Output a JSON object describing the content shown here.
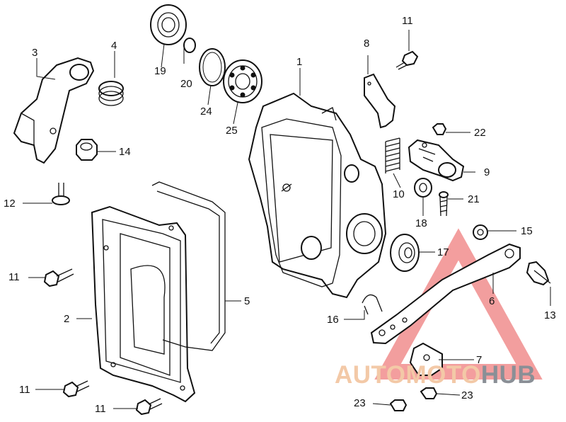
{
  "callouts": [
    {
      "id": "1",
      "text": "1"
    },
    {
      "id": "2",
      "text": "2"
    },
    {
      "id": "3",
      "text": "3"
    },
    {
      "id": "4",
      "text": "4"
    },
    {
      "id": "5",
      "text": "5"
    },
    {
      "id": "6",
      "text": "6"
    },
    {
      "id": "7",
      "text": "7"
    },
    {
      "id": "8",
      "text": "8"
    },
    {
      "id": "9",
      "text": "9"
    },
    {
      "id": "10",
      "text": "10"
    },
    {
      "id": "11a",
      "text": "11"
    },
    {
      "id": "11b",
      "text": "11"
    },
    {
      "id": "11c",
      "text": "11"
    },
    {
      "id": "11d",
      "text": "11"
    },
    {
      "id": "12",
      "text": "12"
    },
    {
      "id": "13",
      "text": "13"
    },
    {
      "id": "14",
      "text": "14"
    },
    {
      "id": "15",
      "text": "15"
    },
    {
      "id": "16",
      "text": "16"
    },
    {
      "id": "17",
      "text": "17"
    },
    {
      "id": "18",
      "text": "18"
    },
    {
      "id": "19",
      "text": "19"
    },
    {
      "id": "20",
      "text": "20"
    },
    {
      "id": "21",
      "text": "21"
    },
    {
      "id": "22",
      "text": "22"
    },
    {
      "id": "23a",
      "text": "23"
    },
    {
      "id": "23b",
      "text": "23"
    },
    {
      "id": "24",
      "text": "24"
    },
    {
      "id": "25",
      "text": "25"
    }
  ],
  "watermark": {
    "text_part1": "AUTOMOTO",
    "text_part2": "HUB",
    "color_main": "#e94f4f",
    "color_text1": "#f3c9a7",
    "color_text2": "#8a8f96",
    "icon": "warning-triangle-logo"
  }
}
